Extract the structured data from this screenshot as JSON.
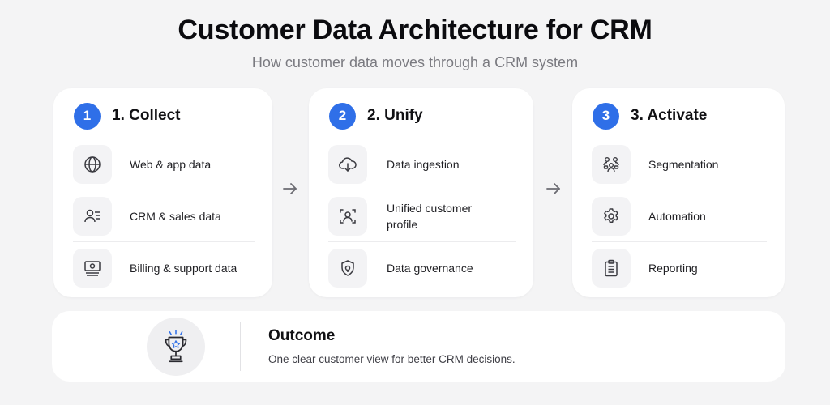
{
  "header": {
    "title": "Customer Data Architecture for CRM",
    "subtitle": "How customer data moves through a CRM system"
  },
  "colors": {
    "accent": "#2f6fe8",
    "background": "#f4f4f5",
    "card": "#ffffff"
  },
  "steps": [
    {
      "number": "1",
      "title": "1. Collect",
      "items": [
        {
          "label": "Web & app data",
          "icon": "globe-icon"
        },
        {
          "label": "CRM & sales data",
          "icon": "contact-card-icon"
        },
        {
          "label": "Billing & support data",
          "icon": "billing-icon"
        }
      ]
    },
    {
      "number": "2",
      "title": "2. Unify",
      "items": [
        {
          "label": "Data ingestion",
          "icon": "cloud-download-icon"
        },
        {
          "label": "Unified customer profile",
          "icon": "profile-scan-icon"
        },
        {
          "label": "Data governance",
          "icon": "shield-icon"
        }
      ]
    },
    {
      "number": "3",
      "title": "3. Activate",
      "items": [
        {
          "label": "Segmentation",
          "icon": "people-group-icon"
        },
        {
          "label": "Automation",
          "icon": "gear-icon"
        },
        {
          "label": "Reporting",
          "icon": "clipboard-icon"
        }
      ]
    }
  ],
  "arrows": [
    "arrow-right-icon",
    "arrow-right-icon"
  ],
  "outcome": {
    "title": "Outcome",
    "text": "One clear customer view for better CRM decisions.",
    "icon": "trophy-icon"
  }
}
